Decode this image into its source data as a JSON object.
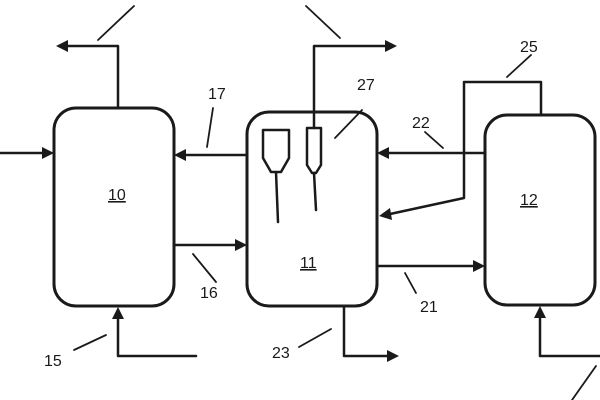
{
  "vessels": {
    "v10": "10",
    "v11": "11",
    "v12": "12"
  },
  "refs": {
    "r15": "15",
    "r16": "16",
    "r17": "17",
    "r21": "21",
    "r22": "22",
    "r23": "23",
    "r25": "25",
    "r27": "27"
  },
  "colors": {
    "ink": "#1a1a1a",
    "background": "#ffffff"
  }
}
